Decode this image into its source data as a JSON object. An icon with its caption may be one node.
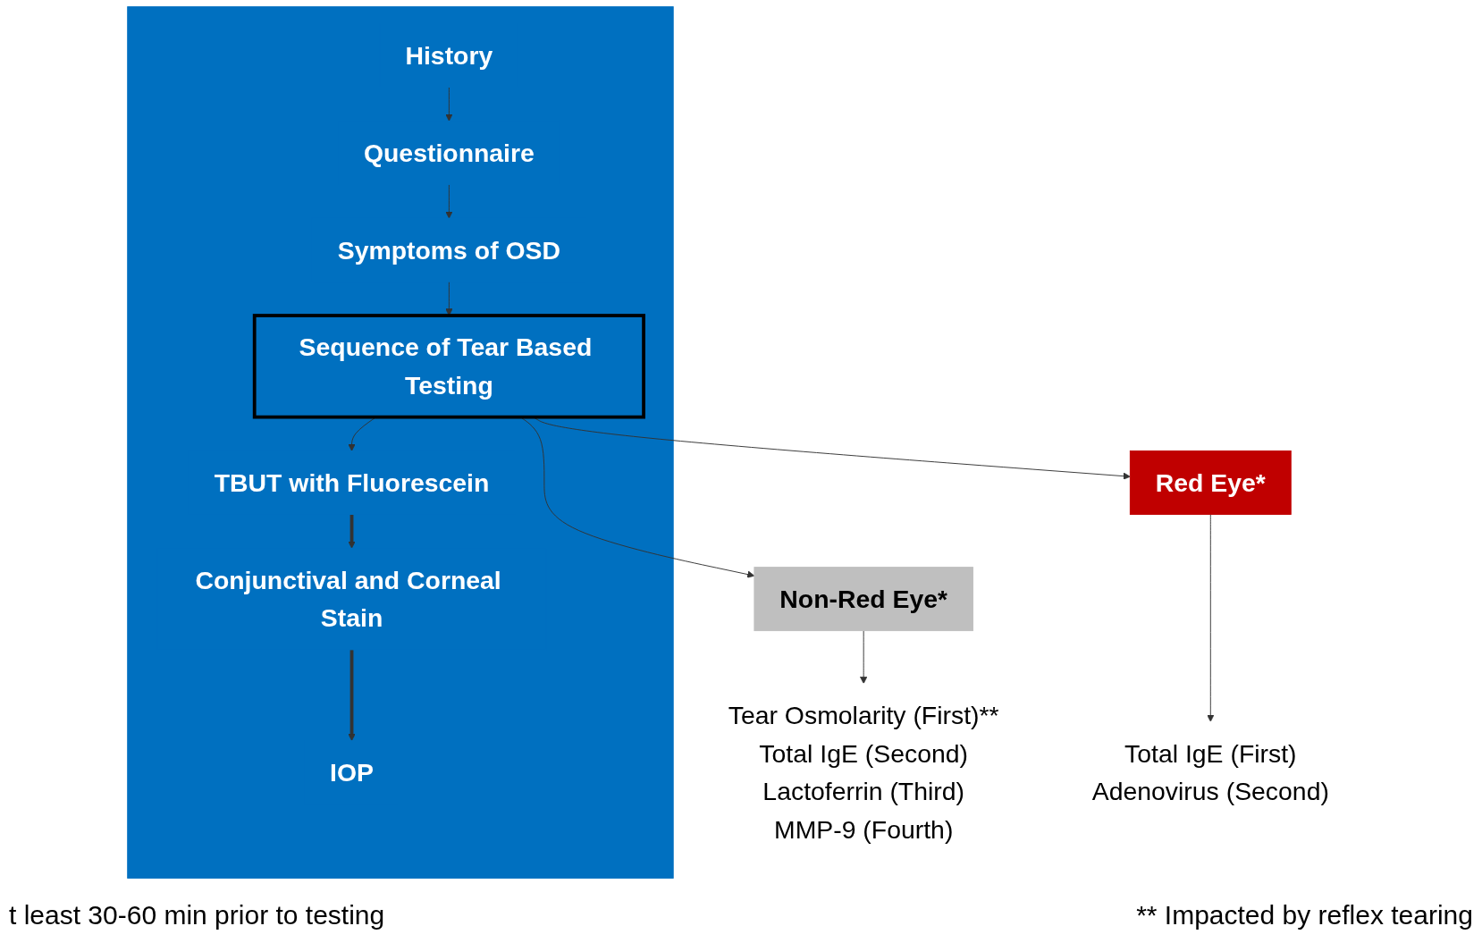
{
  "diagram": {
    "nodes": [
      {
        "text": [],
        "shape": "arrow"
      },
      {
        "text": [
          "History"
        ],
        "in": 0
      },
      {
        "text": [
          "Questionnaire"
        ],
        "in": 0
      },
      {
        "text": [
          "Symptoms of OSD"
        ],
        "in": 0
      },
      {
        "text": [
          "Sequence of Tear Based Testing"
        ],
        "in": 0
      },
      {
        "text": [
          "TBUT with Fluorescein"
        ],
        "in": 0
      },
      {
        "text": [
          "Conjunctival and Corneal Stain"
        ],
        "in": 0
      },
      {
        "text": [
          "IOP"
        ],
        "in": 0
      },
      {
        "text": [
          "Red Eye*"
        ]
      },
      {
        "text": [
          "Total IgE (First)",
          "Adenovirus (Second)"
        ]
      },
      {
        "text": [
          "Non-Red Eye*"
        ]
      },
      {
        "text": [
          "Tear Osmolarity (First)**",
          "Total IgE (Second)",
          "Lactoferrin (Third)",
          "MMP-9 (Fourth)"
        ]
      }
    ],
    "edges": [
      {
        "from": 1,
        "to": 2,
        "arrow": "to"
      },
      {
        "from": 2,
        "to": 3,
        "arrow": "to"
      },
      {
        "from": 3,
        "to": 4,
        "arrow": "to"
      },
      {
        "from": 4,
        "to": 5,
        "arrow": "to"
      },
      {
        "from": 5,
        "to": 6,
        "arrow": "to",
        "style": "thick"
      },
      {
        "from": 6,
        "to": 7,
        "arrow": "to",
        "style": "thick"
      },
      {
        "from": 4,
        "to": 8,
        "arrow": "to"
      },
      {
        "from": 4,
        "to": 10,
        "arrow": "to"
      },
      {
        "from": 8,
        "to": 9,
        "arrow": "to"
      },
      {
        "from": 10,
        "to": 11,
        "arrow": "to"
      }
    ],
    "labels": [
      "t least 30-60 min prior to testing",
      "** Impacted by reflex tearing"
    ]
  }
}
